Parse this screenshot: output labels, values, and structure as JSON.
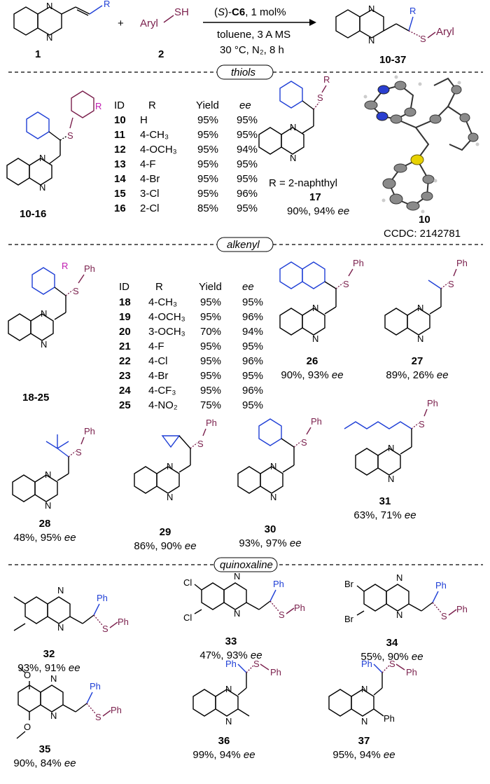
{
  "colors": {
    "text": "#000000",
    "blue": "#1f3fd6",
    "wine": "#7a1f4c",
    "magenta": "#c01ab0",
    "sulfur": "#e8d200",
    "nitrogen": "#2a3fd0"
  },
  "scheme": {
    "sm1_label": "1",
    "sm1_R": "R",
    "plus": "+",
    "thiol_aryl": "Aryl",
    "thiol_sh": "SH",
    "sm2_label": "2",
    "cat_S": "S",
    "cat_name": "C6",
    "cat_loading": ", 1 mol%",
    "cond_line2": "toluene, 3 A MS",
    "cond_line3": "30 °C, N₂, 8  h",
    "prod_R": "R",
    "prod_S": "S",
    "prod_aryl": "Aryl",
    "prod_label": "10-37"
  },
  "sections": {
    "thiols": "thiols",
    "alkenyl": "alkenyl",
    "quinoxaline": "quinoxaline"
  },
  "headers": {
    "id": "ID",
    "r": "R",
    "yield": "Yield",
    "ee": "ee"
  },
  "table1": {
    "label": "10-16",
    "rows": [
      {
        "id": "10",
        "r": "H",
        "yield": "95%",
        "ee": "95%"
      },
      {
        "id": "11",
        "r": "4-CH₃",
        "yield": "95%",
        "ee": "95%"
      },
      {
        "id": "12",
        "r": "4-OCH₃",
        "yield": "95%",
        "ee": "94%"
      },
      {
        "id": "13",
        "r": "4-F",
        "yield": "95%",
        "ee": "95%"
      },
      {
        "id": "14",
        "r": "4-Br",
        "yield": "95%",
        "ee": "95%"
      },
      {
        "id": "15",
        "r": "3-Cl",
        "yield": "95%",
        "ee": "96%"
      },
      {
        "id": "16",
        "r": "2-Cl",
        "yield": "85%",
        "ee": "95%"
      }
    ]
  },
  "cmpd17": {
    "r_note": "R = 2-naphthyl",
    "label": "17",
    "result": "90%, 94% ",
    "ee": "ee"
  },
  "xray": {
    "label": "10",
    "ccdc": "CCDC: 2142781"
  },
  "table2": {
    "label": "18-25",
    "rows": [
      {
        "id": "18",
        "r": "4-CH₃",
        "yield": "95%",
        "ee": "95%"
      },
      {
        "id": "19",
        "r": "4-OCH₃",
        "yield": "95%",
        "ee": "96%"
      },
      {
        "id": "20",
        "r": "3-OCH₃",
        "yield": "70%",
        "ee": "94%"
      },
      {
        "id": "21",
        "r": "4-F",
        "yield": "95%",
        "ee": "95%"
      },
      {
        "id": "22",
        "r": "4-Cl",
        "yield": "95%",
        "ee": "96%"
      },
      {
        "id": "23",
        "r": "4-Br",
        "yield": "95%",
        "ee": "95%"
      },
      {
        "id": "24",
        "r": "4-CF₃",
        "yield": "95%",
        "ee": "96%"
      },
      {
        "id": "25",
        "r": "4-NO₂",
        "yield": "75%",
        "ee": "95%"
      }
    ]
  },
  "compounds": [
    {
      "id": "26",
      "result": "90%, 93% "
    },
    {
      "id": "27",
      "result": "89%, 26% "
    },
    {
      "id": "28",
      "result": "48%, 95% "
    },
    {
      "id": "29",
      "result": "86%, 90% "
    },
    {
      "id": "30",
      "result": "93%, 97% "
    },
    {
      "id": "31",
      "result": "63%, 71% "
    },
    {
      "id": "32",
      "result": "93%, 91% "
    },
    {
      "id": "33",
      "result": "47%, 93% "
    },
    {
      "id": "34",
      "result": "55%, 90% "
    },
    {
      "id": "35",
      "result": "90%, 84% "
    },
    {
      "id": "36",
      "result": "99%, 94% "
    },
    {
      "id": "37",
      "result": "95%, 94% "
    }
  ],
  "ee_word": "ee",
  "atoms": {
    "N": "N",
    "S": "S",
    "Ph": "Ph",
    "R": "R",
    "Cl": "Cl",
    "Br": "Br",
    "O": "O"
  }
}
